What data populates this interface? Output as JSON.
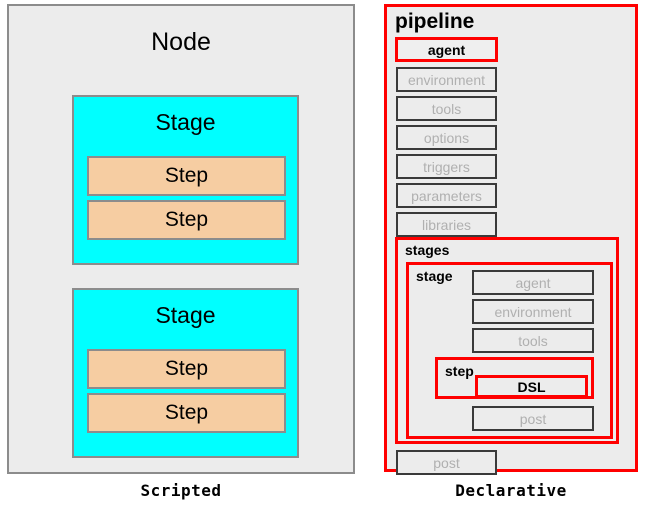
{
  "colors": {
    "panel_bg": "#ececec",
    "panel_border": "#8c8c8c",
    "stage_fill": "#00ffff",
    "step_fill": "#f6cda2",
    "accent_red": "#ff0000",
    "disabled_border": "#3a3a3a",
    "disabled_text": "#b0b0b0",
    "page_bg": "#ffffff"
  },
  "scripted": {
    "caption": "Scripted",
    "node_title": "Node",
    "stages": [
      {
        "label": "Stage",
        "steps": [
          {
            "label": "Step"
          },
          {
            "label": "Step"
          }
        ]
      },
      {
        "label": "Stage",
        "steps": [
          {
            "label": "Step"
          },
          {
            "label": "Step"
          }
        ]
      }
    ]
  },
  "declarative": {
    "caption": "Declarative",
    "pipeline_title": "pipeline",
    "pipeline_directives": [
      {
        "label": "agent",
        "state": "active"
      },
      {
        "label": "environment",
        "state": "disabled"
      },
      {
        "label": "tools",
        "state": "disabled"
      },
      {
        "label": "options",
        "state": "disabled"
      },
      {
        "label": "triggers",
        "state": "disabled"
      },
      {
        "label": "parameters",
        "state": "disabled"
      },
      {
        "label": "libraries",
        "state": "disabled"
      }
    ],
    "stages": {
      "title": "stages",
      "stage": {
        "title": "stage",
        "directives": [
          {
            "label": "agent",
            "state": "disabled"
          },
          {
            "label": "environment",
            "state": "disabled"
          },
          {
            "label": "tools",
            "state": "disabled"
          },
          {
            "label": "post",
            "state": "disabled"
          }
        ],
        "step": {
          "title": "step",
          "dsl_label": "DSL"
        }
      }
    },
    "pipeline_post": {
      "label": "post",
      "state": "disabled"
    }
  }
}
